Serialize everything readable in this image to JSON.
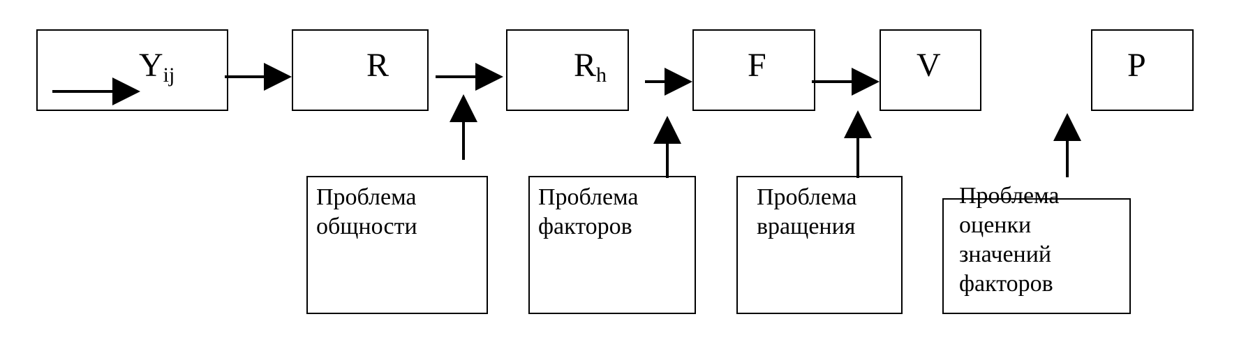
{
  "nodes": {
    "y": {
      "main": "Y",
      "sub": "ij"
    },
    "r": {
      "main": "R"
    },
    "rh": {
      "main": "R",
      "sub": "h"
    },
    "f": {
      "main": "F"
    },
    "v": {
      "main": "V"
    },
    "p": {
      "main": "P"
    }
  },
  "problems": {
    "communality": "Проблема\nобщности",
    "factors": "Проблема\nфакторов",
    "rotation": "Проблема\nвращения",
    "scores": "Проблема\nоценки\nзначений\nфакторов"
  }
}
